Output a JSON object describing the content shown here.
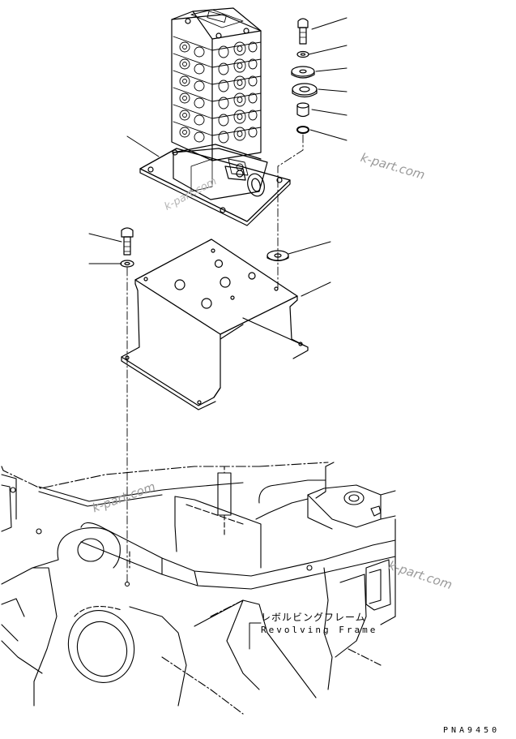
{
  "diagram": {
    "frame_label_jp": "レボルビングフレーム",
    "frame_label_en": "Revolving Frame",
    "drawing_code": "PNA9450",
    "watermark": "k-part.com"
  },
  "parts": [
    {
      "name": "control-valve-assembly"
    },
    {
      "name": "bolt"
    },
    {
      "name": "washer"
    },
    {
      "name": "cushion"
    },
    {
      "name": "mount-rubber"
    },
    {
      "name": "collar"
    },
    {
      "name": "snap-ring"
    },
    {
      "name": "bracket"
    }
  ]
}
